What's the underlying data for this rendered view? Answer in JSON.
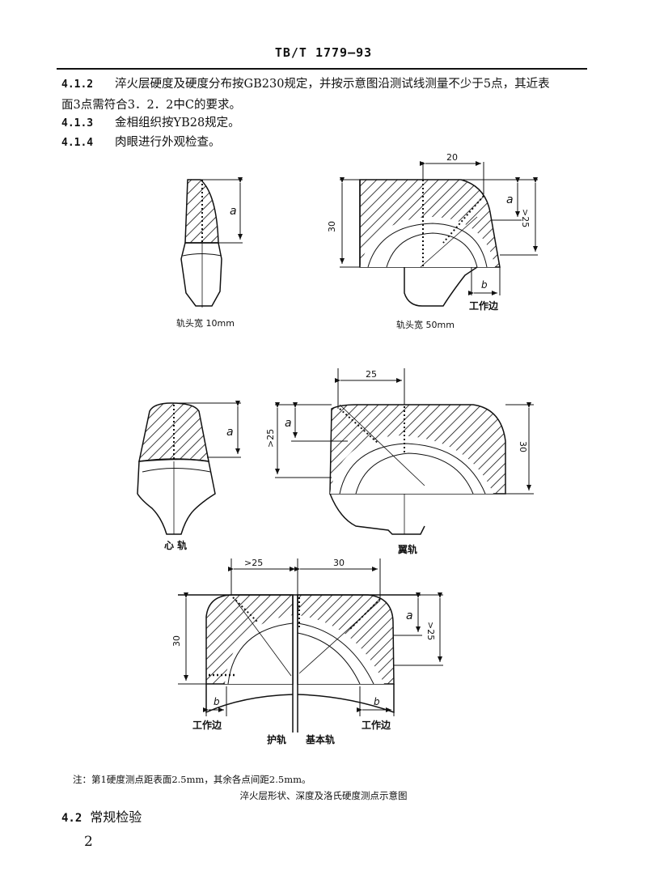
{
  "header": {
    "standard_no": "TB/T 1779—93"
  },
  "clauses": [
    {
      "num": "4.1.2",
      "line1": "淬火层硬度及硬度分布按GB230规定，并按示意图沿测试线测量不少于5点，其近表",
      "line2": "面3点需符合3．2．2中C的要求。"
    },
    {
      "num": "4.1.3",
      "line1": "金相组织按YB28规定。"
    },
    {
      "num": "4.1.4",
      "line1": "肉眼进行外观检查。"
    }
  ],
  "figure": {
    "dims": {
      "a": "a",
      "b": "b",
      "d20": "20",
      "d25": "25",
      "d30": "30",
      "gt25": ">25"
    },
    "labels": {
      "rail_10": "轨头宽 10mm",
      "rail_50": "轨头宽 50mm",
      "work_edge": "工作边",
      "frog": "心 轨",
      "wing": "翼轨",
      "guard": "护轨",
      "stock": "基本轨"
    }
  },
  "note": "注：第1硬度测点距表面2.5mm，其余各点间距2.5mm。",
  "caption": "淬火层形状、深度及洛氏硬度测点示意图",
  "section": {
    "num": "4.2",
    "title": "常规检验"
  },
  "page_number": "2"
}
